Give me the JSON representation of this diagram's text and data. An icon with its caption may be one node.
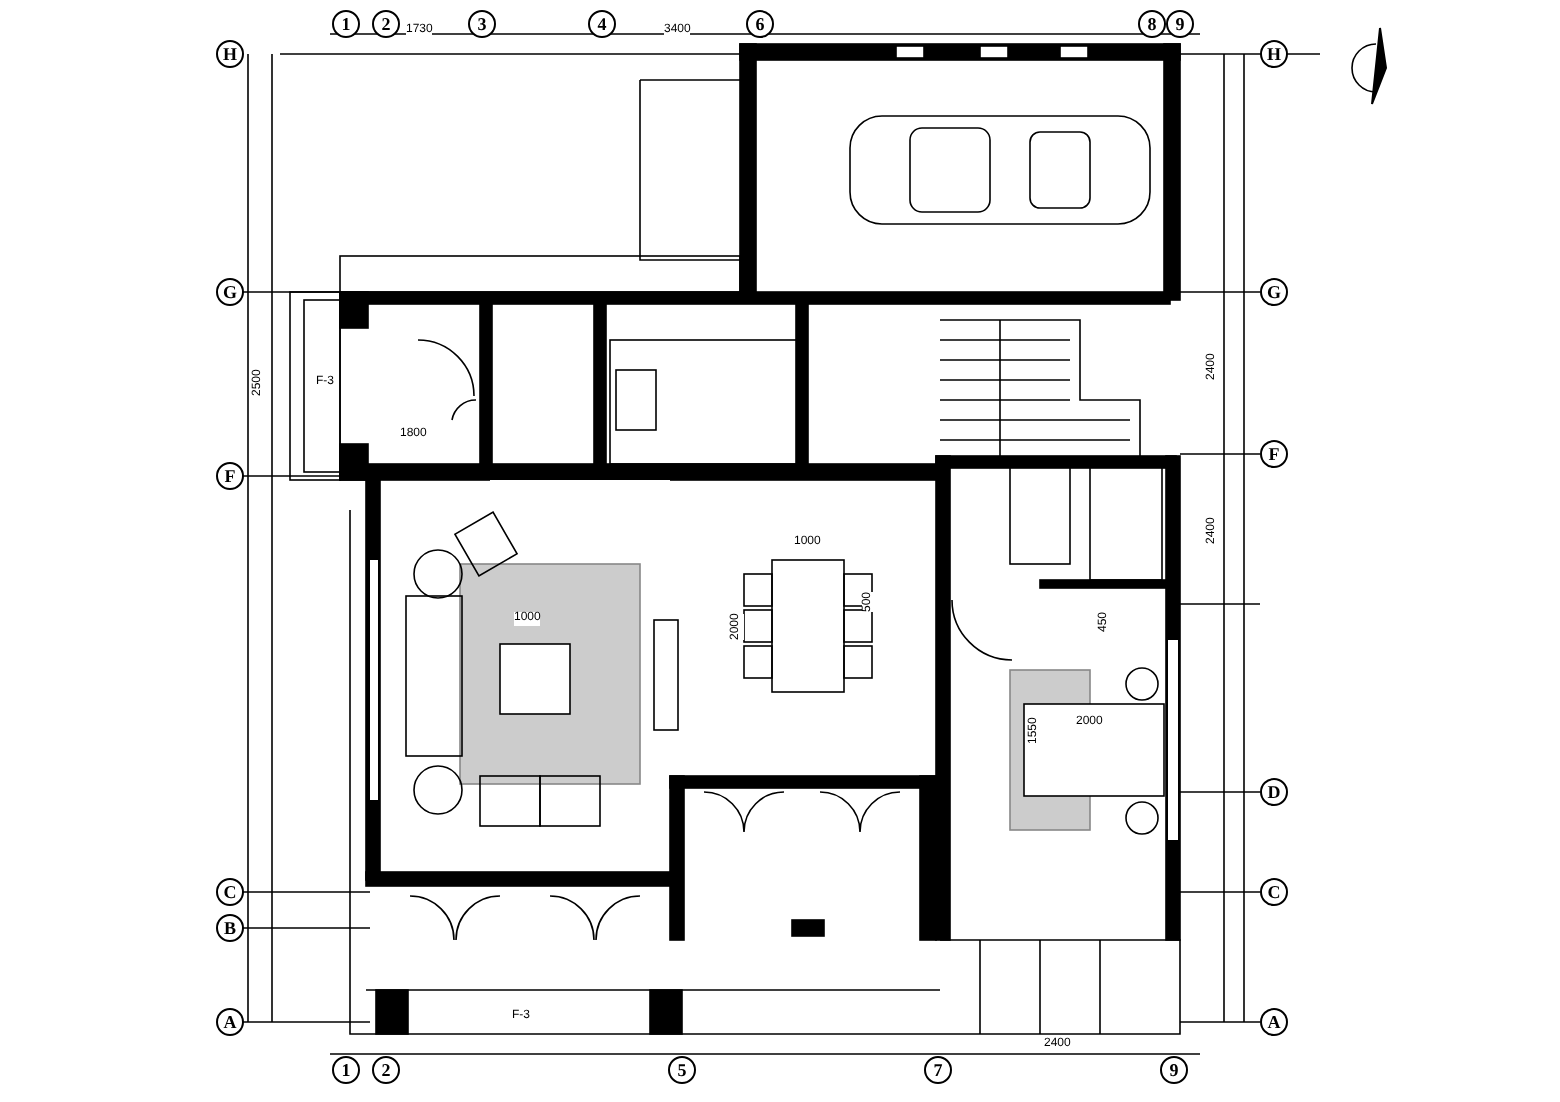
{
  "diagram": {
    "labels": [
      "1",
      "2",
      "1730",
      "3",
      "4",
      "3400",
      "6",
      "8",
      "9",
      "H",
      "H",
      "G",
      "G",
      "2500",
      "F-3",
      "1800",
      "2400",
      "F",
      "F",
      "1000",
      "500",
      "2000",
      "2400",
      "450",
      "1000",
      "2000",
      "1550",
      "D",
      "C",
      "C",
      "B",
      "F-3",
      "2400",
      "A",
      "A",
      "1",
      "2",
      "5",
      "7",
      "9"
    ]
  }
}
